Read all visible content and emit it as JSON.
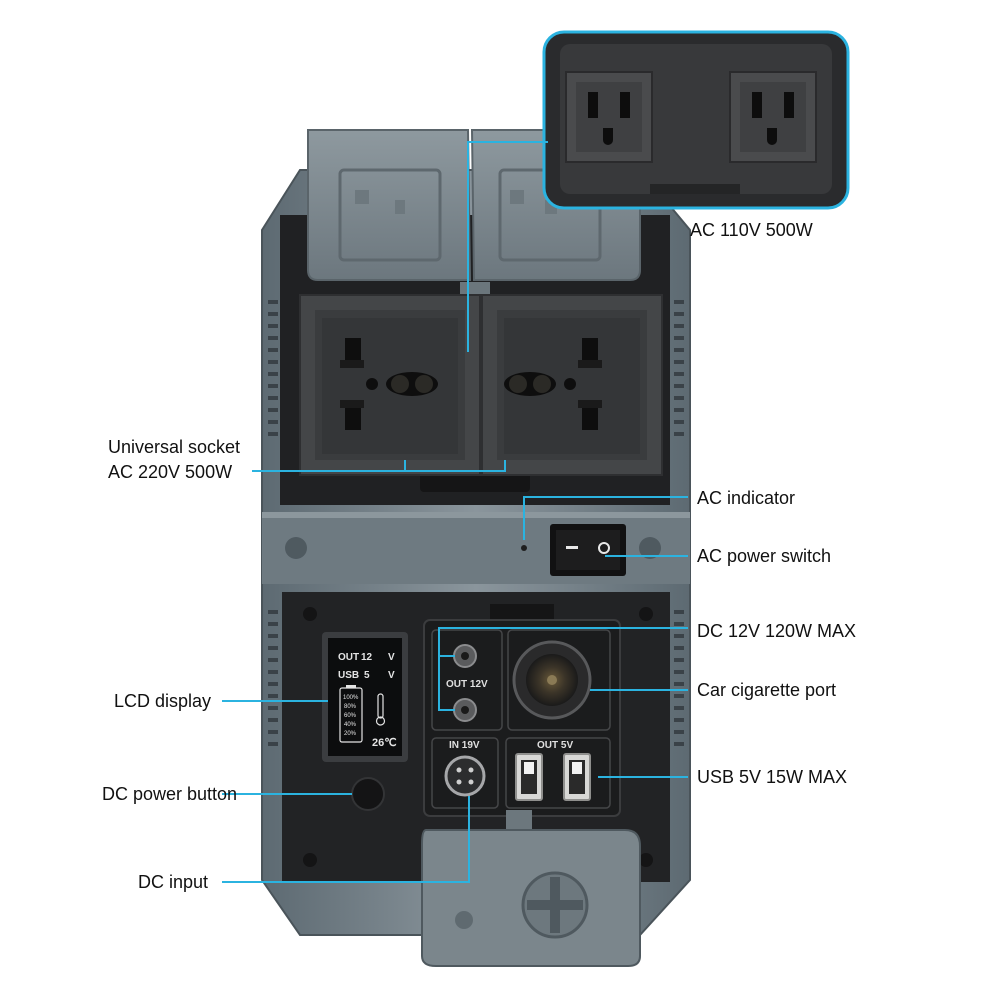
{
  "colors": {
    "accent": "#2bb3e0",
    "body": "#7f8a91",
    "panel": "#252628",
    "lcd_screen": "#0c0d0e"
  },
  "callouts": {
    "ac_110": "AC 110V 500W",
    "universal_1": "Universal socket",
    "universal_2": "AC 220V 500W",
    "ac_indicator": "AC indicator",
    "ac_switch": "AC power switch",
    "dc_12v": "DC 12V 120W MAX",
    "car_port": "Car cigarette port",
    "usb": "USB 5V 15W MAX",
    "lcd": "LCD display",
    "dc_button": "DC power button",
    "dc_input": "DC input"
  },
  "panel_text": {
    "out12_port_label": "OUT 12V",
    "in19_label": "IN 19V",
    "out5_label": "OUT 5V"
  },
  "lcd": {
    "row1_label": "OUT",
    "row1_value": "12",
    "row1_unit": "V",
    "row2_label": "USB",
    "row2_value": "5",
    "row2_unit": "V",
    "battery_levels": [
      "100%",
      "80%",
      "60%",
      "40%",
      "20%"
    ],
    "temperature": "26℃"
  }
}
